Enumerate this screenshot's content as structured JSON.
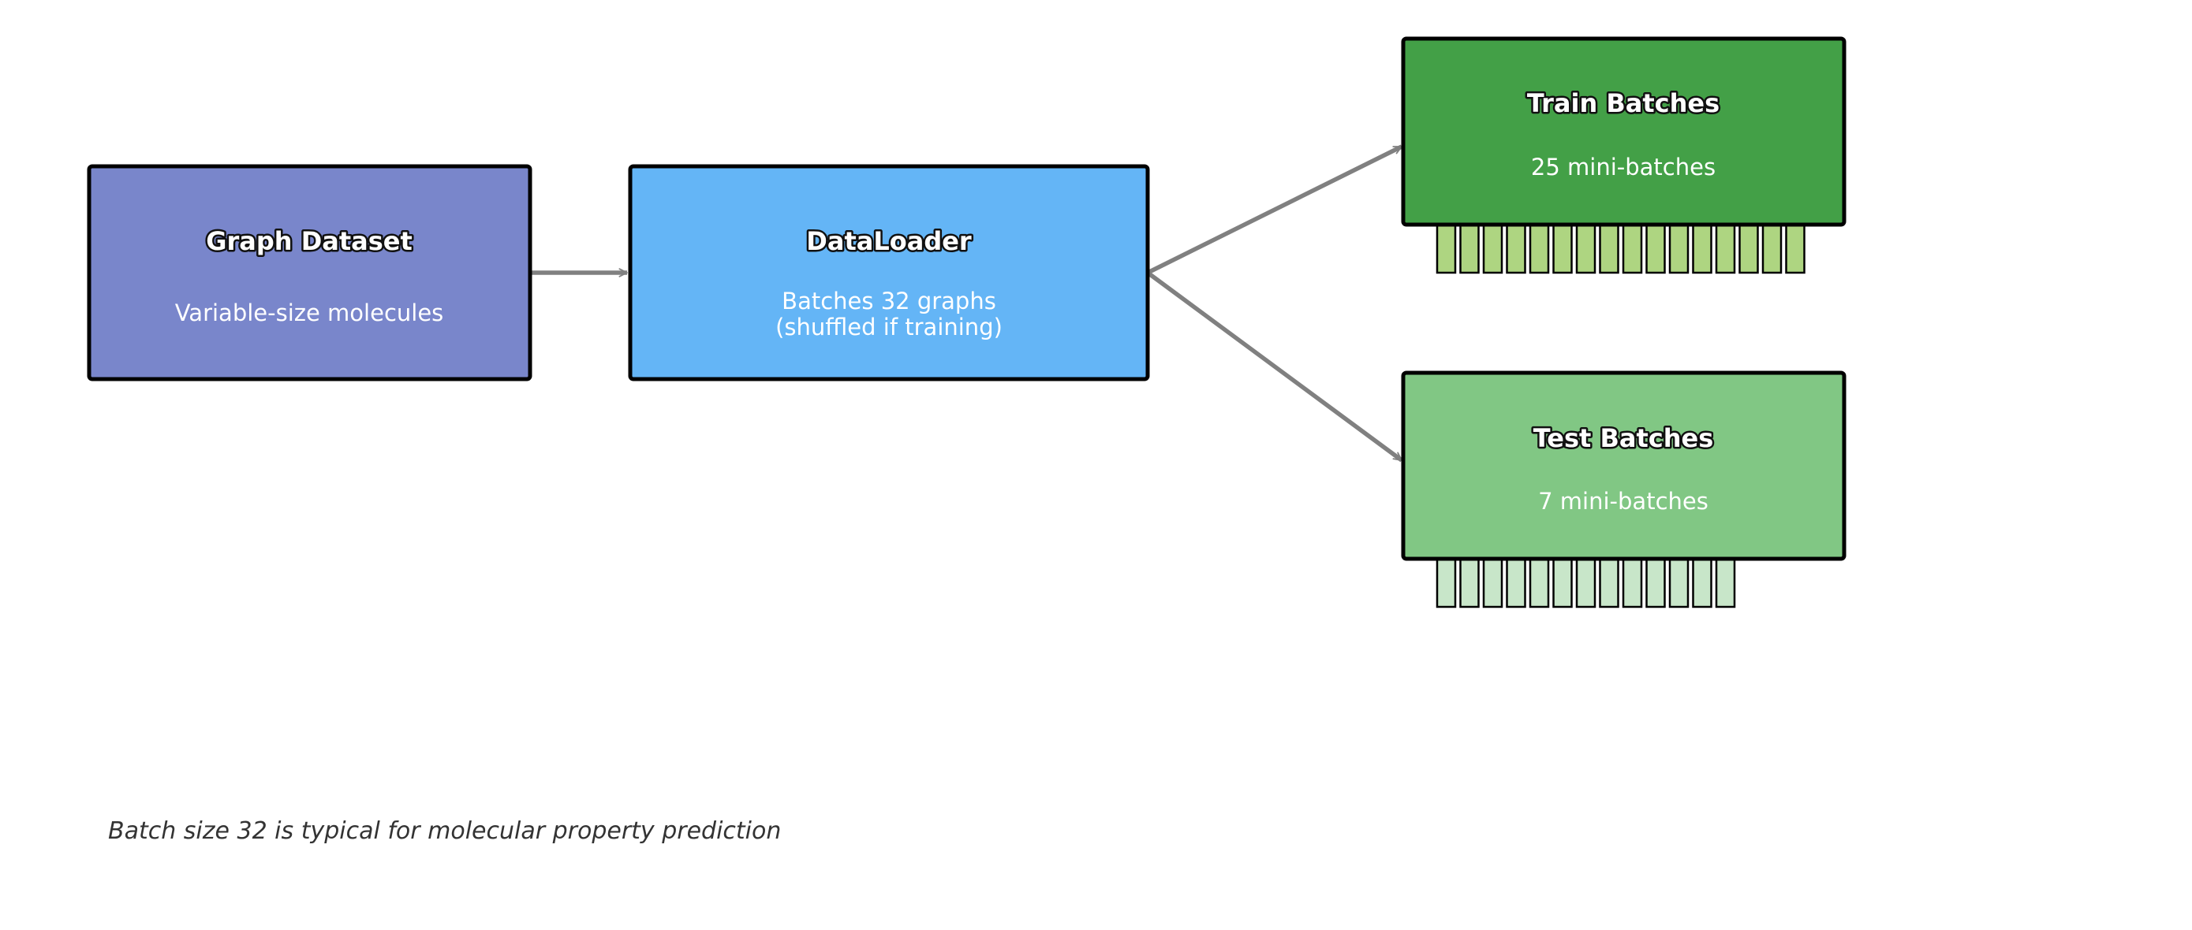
{
  "nodes": {
    "dataset": {
      "title": "Graph Dataset",
      "subtitle": [
        "Variable-size molecules"
      ],
      "color": "#7986CB"
    },
    "loader": {
      "title": "DataLoader",
      "subtitle": [
        "Batches 32 graphs",
        "(shuffled if training)"
      ],
      "color": "#64B5F6"
    },
    "train": {
      "title": "Train Batches",
      "subtitle": [
        "25 mini-batches"
      ],
      "color": "#43A047",
      "batch_bar_color": "#AED581",
      "batch_bar_count": 16
    },
    "test": {
      "title": "Test Batches",
      "subtitle": [
        "7 mini-batches"
      ],
      "color": "#81C784",
      "batch_bar_color": "#C8E6C9",
      "batch_bar_count": 13
    }
  },
  "edges": [
    {
      "from": "dataset",
      "to": "loader"
    },
    {
      "from": "loader",
      "to": "train"
    },
    {
      "from": "loader",
      "to": "test"
    }
  ],
  "edge_color": "#808080",
  "caption": "Batch size 32 is typical for molecular property prediction"
}
